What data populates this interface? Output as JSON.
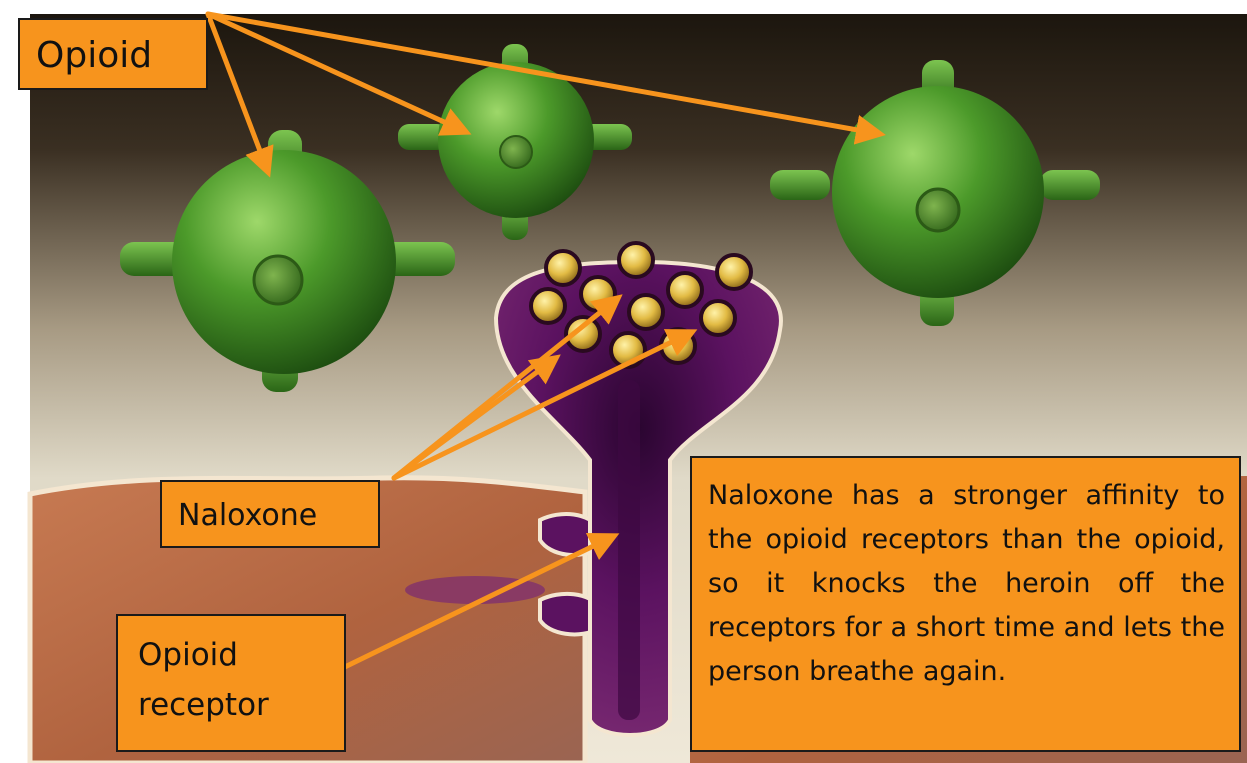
{
  "labels": {
    "opioid": "Opioid",
    "naloxone": "Naloxone",
    "opioid_receptor": "Opioid\nreceptor",
    "explanation": "Naloxone has a stronger affinity to the opioid receptors than the opioid, so it knocks the heroin off the receptors for a short time and lets the person breathe again."
  },
  "colors": {
    "label_fill": "#f7941d",
    "arrow": "#f7941d",
    "opioid_molecule": "#3f8a22",
    "receptor": "#5b1260",
    "naloxone_particle": "#e8c24a",
    "tissue": "#b86a45",
    "background_top": "#1e1810"
  }
}
